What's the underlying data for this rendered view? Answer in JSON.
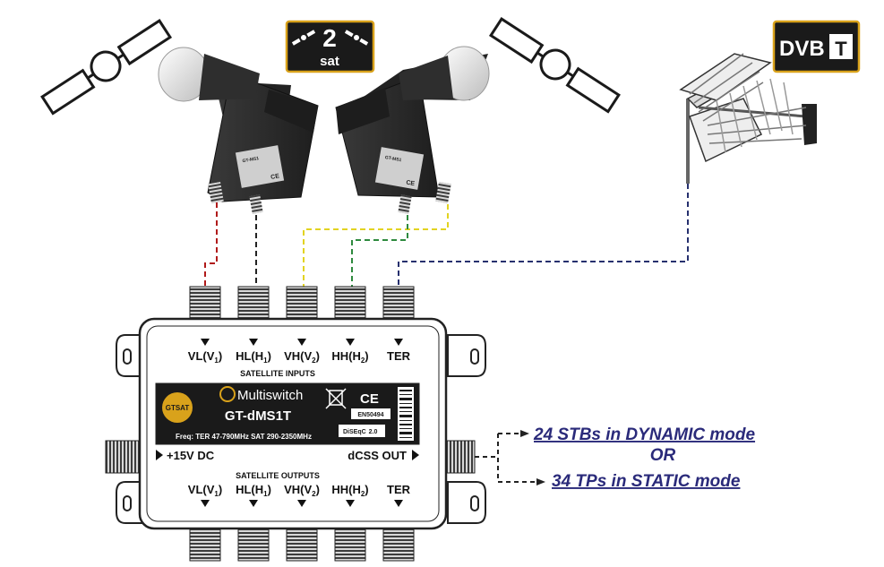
{
  "badges": {
    "two_sat": {
      "number": "2",
      "word": "sat"
    },
    "dvbt": {
      "prefix": "DVB",
      "suffix": "T"
    }
  },
  "lnb": {
    "label_left": "GT-MS1",
    "label_right": "GT-MS1",
    "ce_mark": "CE"
  },
  "multiswitch": {
    "brand": "Multiswitch",
    "model": "GT-dMS1T",
    "logo_text": "GTSAT",
    "freq": "Freq: TER 47-790MHz SAT 290-2350MHz",
    "ce_mark": "CE",
    "diseqc": "DiSEqC",
    "diseqc_ver": "2.0",
    "unicable": "EN50494",
    "inputs_title": "SATELLITE INPUTS",
    "outputs_title": "SATELLITE OUTPUTS",
    "power_label": "+15V DC",
    "dcss_label": "dCSS OUT",
    "inputs": [
      {
        "main": "VL(V",
        "sub": "1",
        "end": ")"
      },
      {
        "main": "HL(H",
        "sub": "1",
        "end": ")"
      },
      {
        "main": "VH(V",
        "sub": "2",
        "end": ")"
      },
      {
        "main": "HH(H",
        "sub": "2",
        "end": ")"
      },
      {
        "main": "TER",
        "sub": "",
        "end": ""
      }
    ],
    "outputs": [
      {
        "main": "VL(V",
        "sub": "1",
        "end": ")"
      },
      {
        "main": "HL(H",
        "sub": "1",
        "end": ")"
      },
      {
        "main": "VH(V",
        "sub": "2",
        "end": ")"
      },
      {
        "main": "HH(H",
        "sub": "2",
        "end": ")"
      },
      {
        "main": "TER",
        "sub": "",
        "end": ""
      }
    ]
  },
  "output_info": {
    "line1": "24 STBs in DYNAMIC mode",
    "or": "OR",
    "line2": "34 TPs in STATIC mode"
  },
  "colors": {
    "cable_vl": "#b01a1a",
    "cable_hl": "#222222",
    "cable_vh": "#e2d321",
    "cable_hh": "#2e8a3e",
    "cable_ter": "#26306e",
    "text_link": "#2a2a7a",
    "badge_bg": "#1a1a1a",
    "badge_border": "#d9a21b",
    "lnb_body": "#2b2b2b",
    "lnb_head": "#e8e8e8"
  }
}
